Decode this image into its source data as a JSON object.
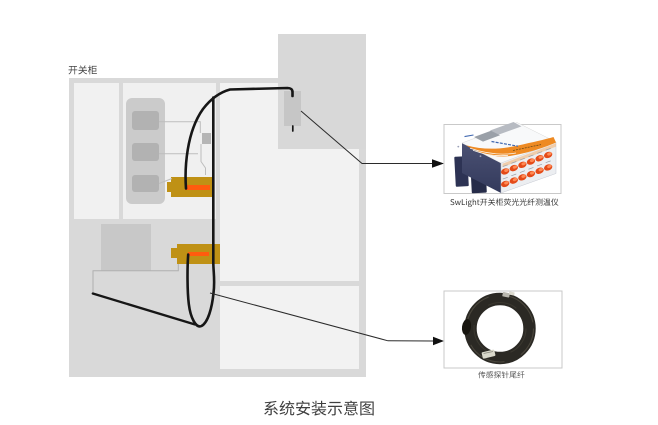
{
  "title": "系统安装示意图",
  "cabinet": {
    "label": "开关柜",
    "sensors": [
      {
        "name": "fiber-temperature-sensor-1",
        "color": "#bf9115",
        "stripe_color": "#ff5b0e"
      },
      {
        "name": "fiber-temperature-sensor-2",
        "color": "#bf9115",
        "stripe_color": "#ff5b0e"
      }
    ]
  },
  "callouts": [
    {
      "label": "SwLight开关柜荧光光纤测温仪",
      "image": "fluorescence-fiber-optic-thermometer-photo"
    },
    {
      "label": "传感探针尾纤",
      "image": "sensing-probe-pigtail-coil-photo"
    }
  ],
  "instrument_ports": {
    "rows": 2,
    "per_row": 6,
    "u0": 4.5,
    "u_step": 9.2,
    "v_row1": 10.0,
    "v_row2": 22.5,
    "color": "#e44a18",
    "highlight": "#ff8a55"
  },
  "colors": {
    "background": "#ffffff",
    "cabinet_frame": "#d9d9d9",
    "cabinet_panel": "#f1f1f1",
    "sensor_body": "#bf9115",
    "sensor_stripe": "#ff5b0e",
    "fiber": "#161616",
    "instrument_case": "#3e4466",
    "instrument_band": "#ee8a23",
    "port": "#e44a18",
    "coil": "#2b2924"
  }
}
